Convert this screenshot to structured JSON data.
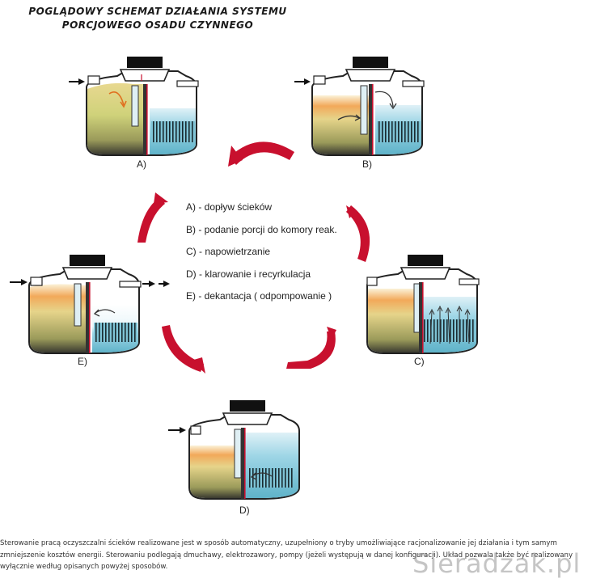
{
  "title": {
    "line1": "POGLĄDOWY SCHEMAT DZIAŁANIA SYSTEMU",
    "line2": "PORCJOWEGO OSADU CZYNNEGO"
  },
  "legend": [
    "A) - dopływ ścieków",
    "B) - podanie porcji do komory reak.",
    "C) - napowietrzanie",
    "D) - klarowanie i recyrkulacja",
    "E) - dekantacja ( odpompowanie )"
  ],
  "tanks": [
    {
      "label": "A)",
      "stage": "dopływ"
    },
    {
      "label": "B)",
      "stage": "podanie porcji"
    },
    {
      "label": "C)",
      "stage": "napowietrzanie"
    },
    {
      "label": "D)",
      "stage": "klarowanie"
    },
    {
      "label": "E)",
      "stage": "dekantacja"
    }
  ],
  "footer": {
    "text": "Sterowanie pracą oczyszczalni ścieków realizowane jest w sposób automatyczny, uzupełniony o tryby umożliwiające racjonalizowanie jej działania i tym samym zmniejszenie kosztów energii. Sterowaniu podlegają dmuchawy, elektrozawory, pompy (jeżeli występują w danej konfiguracji). Układ pozwala także być realizowany wyłącznie według opisanych powyżej sposobów."
  },
  "watermark": "Sieradzak.pl",
  "colors": {
    "arrow_red": "#c8102e",
    "water_blue": "#8ccfe0",
    "sludge_yellow": "#d9d98a",
    "sludge_dark": "#4a4a3a",
    "orange_top": "#f0a050"
  }
}
